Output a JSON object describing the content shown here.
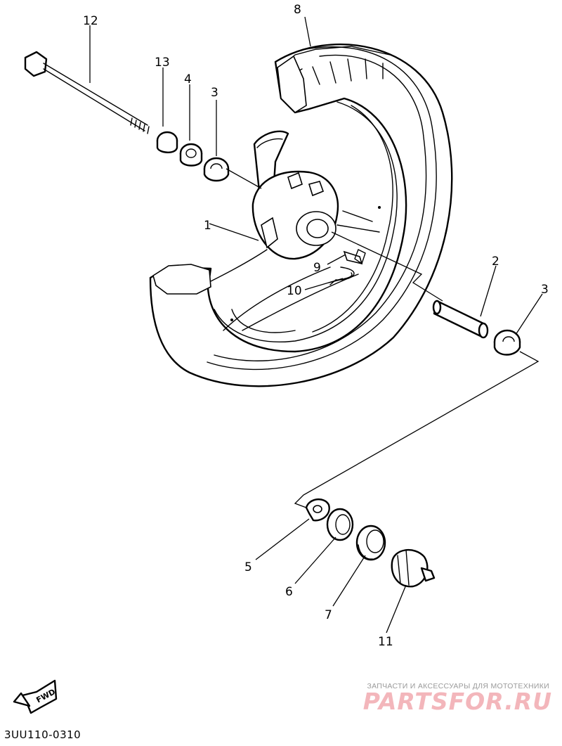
{
  "callouts": [
    "1",
    "2",
    "3",
    "3",
    "4",
    "5",
    "6",
    "7",
    "8",
    "9",
    "10",
    "11",
    "12",
    "13"
  ],
  "fwd_label": "FWD",
  "diagram_code": "3UU110-0310",
  "watermark": {
    "tagline": "ЗАПЧАСТИ И АКСЕССУАРЫ ДЛЯ МОТОТЕХНИКИ",
    "logo": "PARTSFOR.RU"
  }
}
